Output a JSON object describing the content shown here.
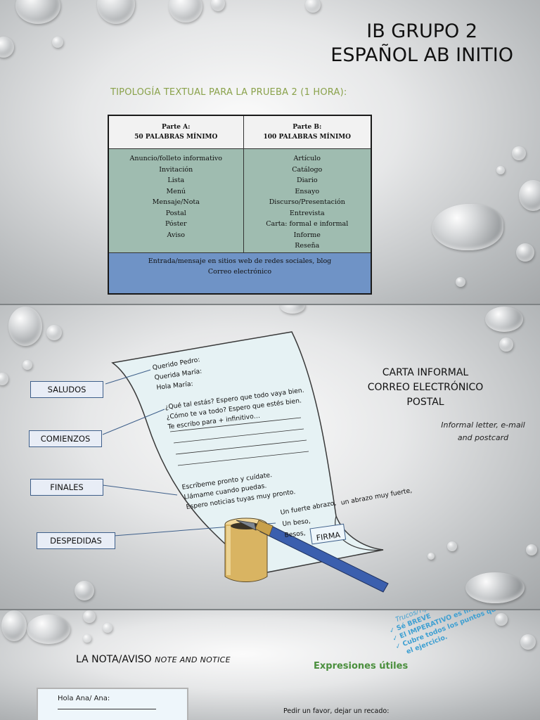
{
  "slide1": {
    "title_line1": "IB GRUPO 2",
    "title_line2": "ESPAÑOL AB INITIO",
    "subtitle": "TIPOLOGÍA TEXTUAL PARA LA PRUEBA 2 (1 HORA):",
    "table": {
      "col_a_title": "Parte A:",
      "col_a_sub": "50 PALABRAS MÍNIMO",
      "col_b_title": "Parte B:",
      "col_b_sub": "100 PALABRAS MÍNIMO",
      "col_a_items": [
        "Anuncio/folleto informativo",
        "Invitación",
        "Lista",
        "Menú",
        "Mensaje/Nota",
        "Postal",
        "Póster",
        "Aviso"
      ],
      "col_b_items": [
        "Artículo",
        "Catálogo",
        "Diario",
        "Ensayo",
        "Discurso/Presentación",
        "Entrevista",
        "Carta: formal e informal",
        "Informe",
        "Reseña"
      ],
      "bottom_line1": "Entrada/mensaje en sitios web de redes sociales, blog",
      "bottom_line2": "Correo electrónico"
    }
  },
  "slide2": {
    "labels": {
      "saludos": "SALUDOS",
      "comienzos": "COMIENZOS",
      "finales": "FINALES",
      "despedidas": "DESPEDIDAS"
    },
    "letter": {
      "greeting1": "Querido Pedro:",
      "greeting2": "Querida María:",
      "greeting3": "Hola María:",
      "start1": "¿Qué tal estás? Espero que todo vaya bien.",
      "start2": "¿Cómo te va todo? Espero que estés bien.",
      "start3": "Te escribo para + infinitivo…",
      "end1": "Escríbeme pronto y cuídate.",
      "end2": "Llámame cuando puedas.",
      "end3": "Espero noticias tuyas muy pronto.",
      "bye1": "Un fuerte abrazo,",
      "bye1b": "un abrazo muy fuerte,",
      "bye2": "Un beso,",
      "bye3": "Besos,",
      "firma": "FIRMA"
    },
    "carta_line1": "CARTA INFORMAL",
    "carta_line2": "CORREO ELECTRÓNICO",
    "carta_line3": "POSTAL",
    "eng_line1": "Informal letter, e-mail",
    "eng_line2": "and postcard"
  },
  "slide3": {
    "title": "LA NOTA/AVISO",
    "title_en": "NOTE AND NOTICE",
    "tips_head": "Trucos/Tips:",
    "tip1": "Sé BREVE",
    "tip2": "El IMPERATIVO es muy útil",
    "tip3": "Cubre todos los puntos que te pide",
    "tip4": "el ejercicio.",
    "expresiones": "Expresiones útiles",
    "pedir": "Pedir un favor, dejar un recado:",
    "note_greeting": "Hola Ana/ Ana:"
  }
}
